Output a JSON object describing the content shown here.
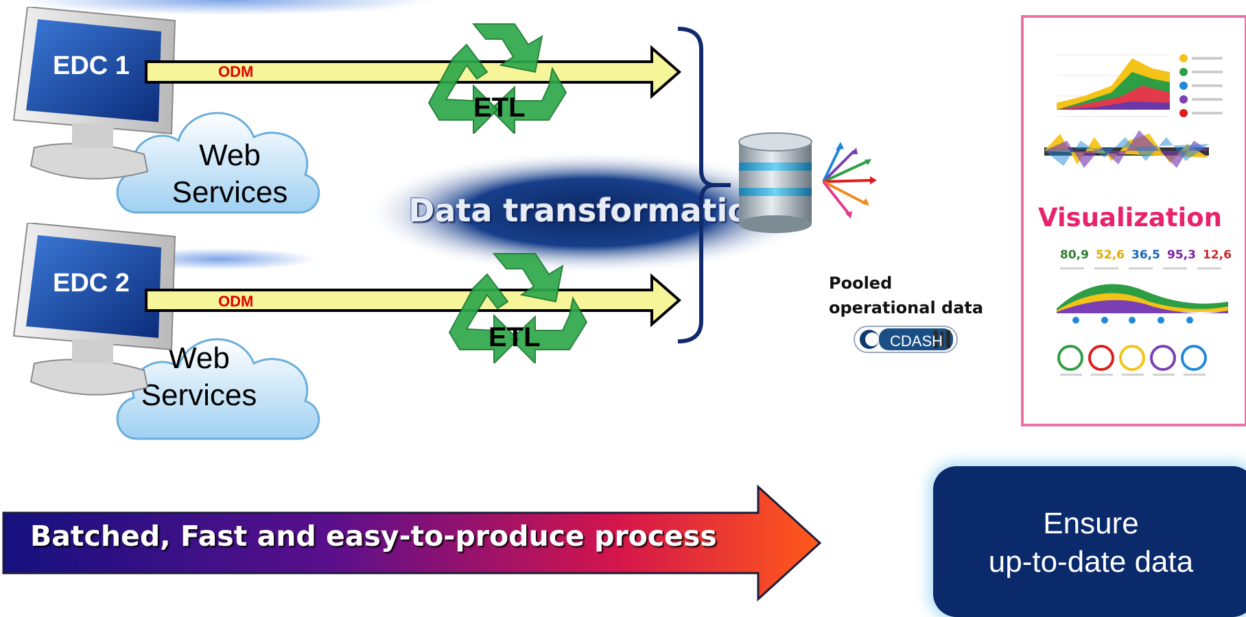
{
  "sources": [
    {
      "edc_label": "EDC 1",
      "protocol_label": "ODM",
      "process_label": "ETL",
      "service_label_line1": "Web",
      "service_label_line2": "Services"
    },
    {
      "edc_label": "EDC 2",
      "protocol_label": "ODM",
      "process_label": "ETL",
      "service_label_line1": "Web",
      "service_label_line2": "Services"
    }
  ],
  "transformation_label": "Data transformation",
  "pooled": {
    "label_line1": "Pooled",
    "label_line2": "operational data",
    "badge_label": "CDASH"
  },
  "visualization": {
    "title": "Visualization",
    "stats": [
      "80,9",
      "52,6",
      "36,5",
      "95,3",
      "12,6"
    ],
    "stat_colors": [
      "#2e7d32",
      "#e0a800",
      "#1565c0",
      "#7b1fa2",
      "#c62828"
    ]
  },
  "process_banner": "Batched, Fast and easy-to-produce process",
  "outcome": {
    "line1": "Ensure",
    "line2": "up-to-date data"
  },
  "colors": {
    "arrow_fill": "#f6f59a",
    "navy": "#0b2a6b",
    "recycle_green": "#2fa84a",
    "visualization_border": "#ef6fa5",
    "visualization_title": "#e8226b"
  }
}
